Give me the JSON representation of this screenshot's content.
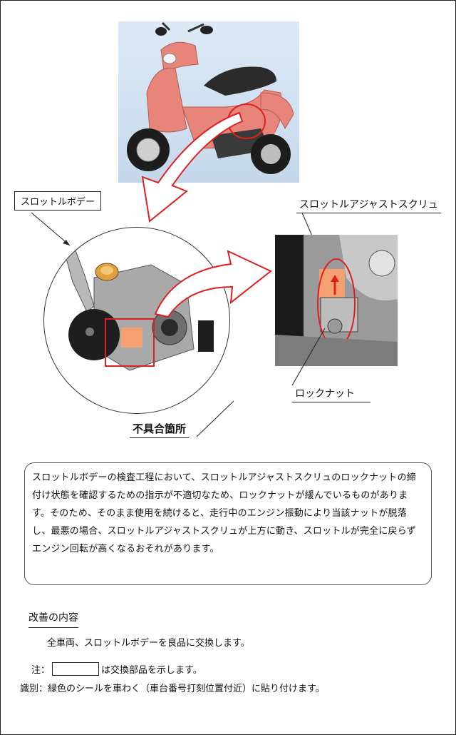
{
  "labels": {
    "throttle_body": "スロットルボデー",
    "adjust_screw": "スロットルアジャストスクリュ",
    "lock_nut": "ロックナット",
    "defect_location": "不具合箇所"
  },
  "description": {
    "text": "スロットルボデーの検査工程において、スロットルアジャストスクリュのロックナットの締付け状態を確認するための指示が不適切なため、ロックナットが緩んでいるものがあります。そのため、そのまま使用を続けると、走行中のエンジン振動により当該ナットが脱落し、最悪の場合、スロットルアジャストスクリュが上方に動き、スロットルが完全に戻らずエンジン回転が高くなるおそれがあります。"
  },
  "improvement": {
    "title": "改善の内容",
    "body": "全車両、スロットルボデーを良品に交換します。"
  },
  "note": {
    "prefix": "注：",
    "suffix": "は交換部品を示します。"
  },
  "identification": {
    "text": "識別：緑色のシールを車わく（車台番号打刻位置付近）に貼り付けます。"
  },
  "colors": {
    "scooter_body": "#e8857a",
    "highlight_red": "#e02020",
    "part_orange": "#f4a070"
  }
}
